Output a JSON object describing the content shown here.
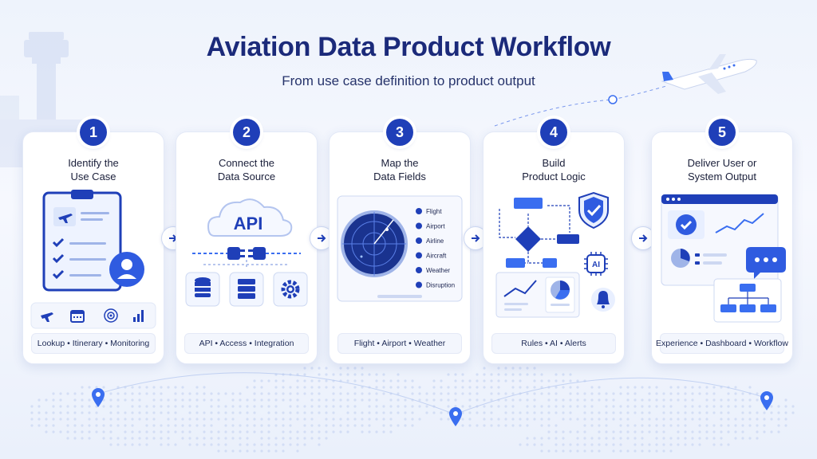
{
  "header": {
    "title": "Aviation Data Product Workflow",
    "subtitle": "From use case definition to product output"
  },
  "steps": [
    {
      "number": "1",
      "title": "Identify the\nUse Case",
      "footer": "Lookup • Itinerary • Monitoring"
    },
    {
      "number": "2",
      "title": "Connect the\nData Source",
      "footer": "API • Access • Integration",
      "api_label": "API"
    },
    {
      "number": "3",
      "title": "Map the\nData Fields",
      "footer": "Flight • Airport • Weather",
      "fields": [
        "Flight",
        "Airport",
        "Airline",
        "Aircraft",
        "Weather",
        "Disruption"
      ]
    },
    {
      "number": "4",
      "title": "Build\nProduct Logic",
      "footer": "Rules • AI • Alerts",
      "ai_label": "AI"
    },
    {
      "number": "5",
      "title": "Deliver User or\nSystem Output",
      "footer": "Experience • Dashboard • Workflow"
    }
  ],
  "colors": {
    "primary": "#1f3fb8",
    "accent": "#3a6ef0",
    "light_blue": "#cfdcfb",
    "background": "#eef3fc"
  },
  "icons": {
    "step1": [
      "clipboard-icon",
      "airplane-icon",
      "checklist-icon",
      "user-avatar-icon",
      "calendar-icon",
      "radar-icon",
      "bar-chart-icon"
    ],
    "step2": [
      "cloud-api-icon",
      "plug-connector-icon",
      "database-icon",
      "server-icon",
      "gear-icon"
    ],
    "step3": [
      "radar-screen-icon",
      "airplane-icon",
      "location-pin-icon",
      "building-icon",
      "cloud-icon",
      "alert-icon"
    ],
    "step4": [
      "flowchart-icon",
      "shield-check-icon",
      "ai-chip-icon",
      "line-chart-icon",
      "pie-chart-icon",
      "bell-icon"
    ],
    "step5": [
      "dashboard-window-icon",
      "check-circle-icon",
      "pie-chart-icon",
      "chat-bubble-icon",
      "workflow-icon"
    ]
  }
}
